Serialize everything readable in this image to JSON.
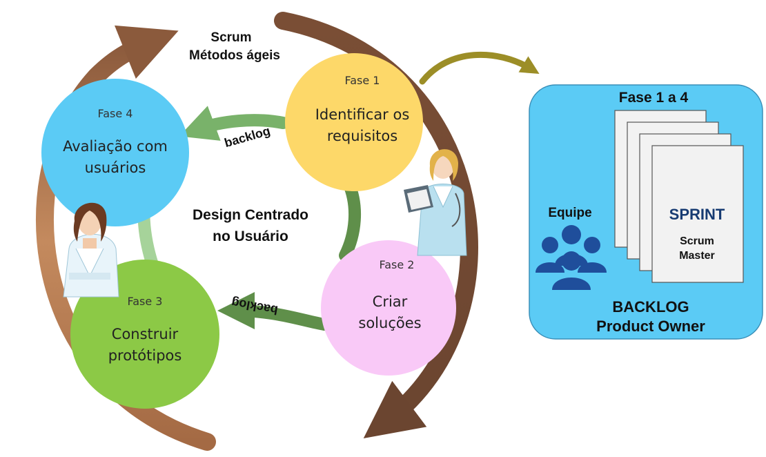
{
  "methods": {
    "line1": "Scrum",
    "line2": "Métodos ágeis"
  },
  "center": {
    "line1": "Design Centrado",
    "line2": "no Usuário"
  },
  "phases": [
    {
      "label": "Fase 1",
      "title1": "Identificar os",
      "title2": "requisitos",
      "color": "#FDD869"
    },
    {
      "label": "Fase 2",
      "title1": "Criar",
      "title2": "soluções",
      "color": "#F9C9F7"
    },
    {
      "label": "Fase 3",
      "title1": "Construir",
      "title2": "protótipos",
      "color": "#8CC946"
    },
    {
      "label": "Fase 4",
      "title1": "Avaliação com",
      "title2": "usuários",
      "color": "#5BCBF5"
    }
  ],
  "backlog_arrow_top": "backlog",
  "backlog_arrow_bottom": "backlog",
  "backlog_panel": {
    "header": "Fase 1 a 4",
    "team_label": "Equipe",
    "sprint_label": "SPRINT",
    "scrum_line1": "Scrum",
    "scrum_line2": "Master",
    "footer_line1": "BACKLOG",
    "footer_line2": "Product Owner",
    "panel_color": "#5BCBF5",
    "team_icon_color": "#1F4E9B"
  },
  "icons": {
    "outer_cycle": "curved-brown-arrows",
    "inner_cycle": "curved-green-arrows",
    "team": "group-people-icon",
    "persons": "doctor-illustrations"
  }
}
